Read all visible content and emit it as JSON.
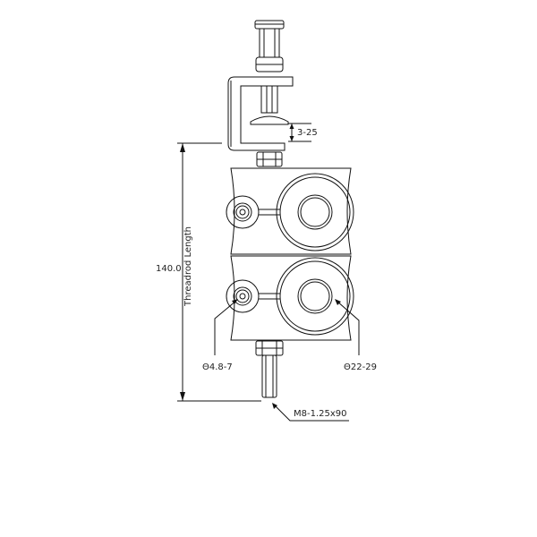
{
  "dimensions": {
    "overall_length": "140.0",
    "overall_length_caption": "Threadrod Length",
    "adjust_range": "3-25",
    "small_clamp_diameter": "Θ4.8-7",
    "large_clamp_diameter": "Θ22-29",
    "threaded_rod": "M8-1.25x90"
  },
  "colors": {
    "line": "#111111",
    "background": "#ffffff"
  }
}
